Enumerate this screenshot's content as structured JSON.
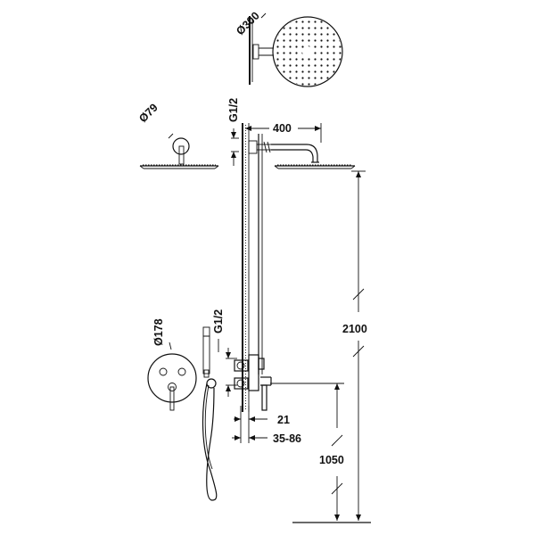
{
  "labels": {
    "head_diameter": "Ø300",
    "flange_diameter": "Ø79",
    "thread_top": "G1/2",
    "arm_length": "400",
    "plate_diameter": "Ø178",
    "thread_bottom": "G1/2",
    "total_height": "2100",
    "mixer_height": "1050",
    "wall_depth": "21",
    "adjust_range": "35-86"
  }
}
